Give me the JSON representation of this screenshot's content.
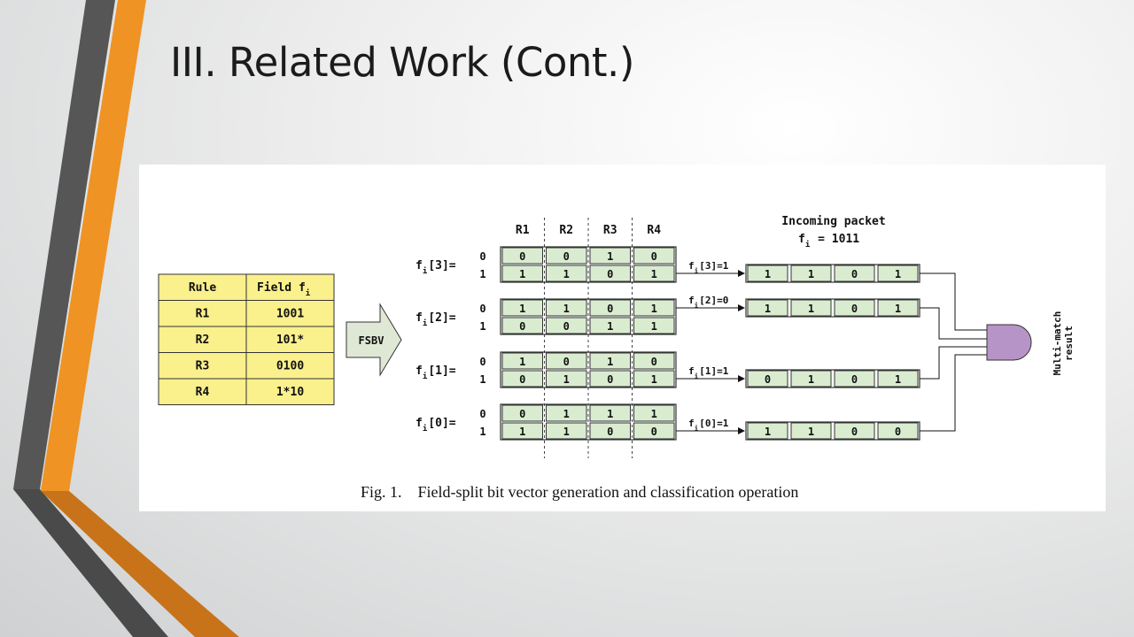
{
  "slide": {
    "title": "III. Related Work (Cont.)"
  },
  "rule_table": {
    "headers": [
      "Rule",
      "Field f",
      "i"
    ],
    "rows": [
      {
        "rule": "R1",
        "field": "1001"
      },
      {
        "rule": "R2",
        "field": "101*"
      },
      {
        "rule": "R3",
        "field": "0100"
      },
      {
        "rule": "R4",
        "field": "1*10"
      }
    ]
  },
  "arrow_label": "FSBV",
  "column_headers": [
    "R1",
    "R2",
    "R3",
    "R4"
  ],
  "incoming_packet": {
    "line1": "Incoming packet",
    "line2": "f",
    "sub": "i",
    "line2_rest": " = 1011"
  },
  "groups": [
    {
      "label": "f",
      "sub": "i",
      "label_rest": "[3]=",
      "rows": [
        {
          "bit": "0",
          "cells": [
            "0",
            "0",
            "1",
            "0"
          ]
        },
        {
          "bit": "1",
          "cells": [
            "1",
            "1",
            "0",
            "1"
          ]
        }
      ],
      "select": "f",
      "select_sub": "i",
      "select_rest": "[3]=1",
      "output": [
        "1",
        "1",
        "0",
        "1"
      ]
    },
    {
      "label": "f",
      "sub": "i",
      "label_rest": "[2]=",
      "rows": [
        {
          "bit": "0",
          "cells": [
            "1",
            "1",
            "0",
            "1"
          ]
        },
        {
          "bit": "1",
          "cells": [
            "0",
            "0",
            "1",
            "1"
          ]
        }
      ],
      "select": "f",
      "select_sub": "i",
      "select_rest": "[2]=0",
      "output": [
        "1",
        "1",
        "0",
        "1"
      ]
    },
    {
      "label": "f",
      "sub": "i",
      "label_rest": "[1]=",
      "rows": [
        {
          "bit": "0",
          "cells": [
            "1",
            "0",
            "1",
            "0"
          ]
        },
        {
          "bit": "1",
          "cells": [
            "0",
            "1",
            "0",
            "1"
          ]
        }
      ],
      "select": "f",
      "select_sub": "i",
      "select_rest": "[1]=1",
      "output": [
        "0",
        "1",
        "0",
        "1"
      ]
    },
    {
      "label": "f",
      "sub": "i",
      "label_rest": "[0]=",
      "rows": [
        {
          "bit": "0",
          "cells": [
            "0",
            "1",
            "1",
            "1"
          ]
        },
        {
          "bit": "1",
          "cells": [
            "1",
            "1",
            "0",
            "0"
          ]
        }
      ],
      "select": "f",
      "select_sub": "i",
      "select_rest": "[0]=1",
      "output": [
        "1",
        "1",
        "0",
        "0"
      ]
    }
  ],
  "result_label": {
    "line1": "Multi-match",
    "line2": "result"
  },
  "caption": {
    "prefix": "Fig. 1.",
    "text": "Field-split bit vector generation and classification operation"
  },
  "colors": {
    "orange": "#ee9324",
    "dark_gray": "#565656",
    "table_yellow": "#faf08c",
    "cell_green": "#d9ecd0",
    "gate_purple": "#b794c8",
    "arrow_fill": "#dfe8d4"
  }
}
